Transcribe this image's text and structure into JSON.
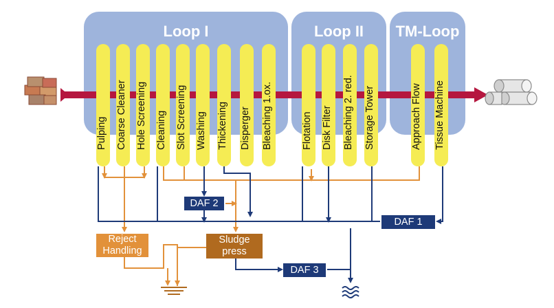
{
  "loops": [
    {
      "title": "Loop I"
    },
    {
      "title": "Loop II"
    },
    {
      "title": "TM-Loop"
    }
  ],
  "stages": [
    "Pulping",
    "Coarse Cleaner",
    "Hole Screening",
    "Cleaning",
    "Slot Screening",
    "Washing",
    "Thickening",
    "Disperger",
    "Bleaching 1.ox.",
    "Flotation",
    "Disk Filter",
    "Bleaching 2. red.",
    "Storage Tower",
    "Approach Flow",
    "Tissue Machine"
  ],
  "units": {
    "daf1": "DAF 1",
    "daf2": "DAF 2",
    "daf3": "DAF 3",
    "reject_handling": "Reject Handling",
    "sludge_press": "Sludge press"
  },
  "icons": {
    "input": "paper-bales-icon",
    "output": "tissue-rolls-icon",
    "water_discharge": "water-discharge-icon",
    "ground_disposal": "ground-disposal-icon"
  },
  "colors": {
    "loop_bg": "#9eb4dc",
    "stage_fill": "#f5ec54",
    "main_flow": "#b5173f",
    "water_line": "#1e3a78",
    "reject_line": "#e2913a",
    "sludge_box": "#b06a1f"
  }
}
